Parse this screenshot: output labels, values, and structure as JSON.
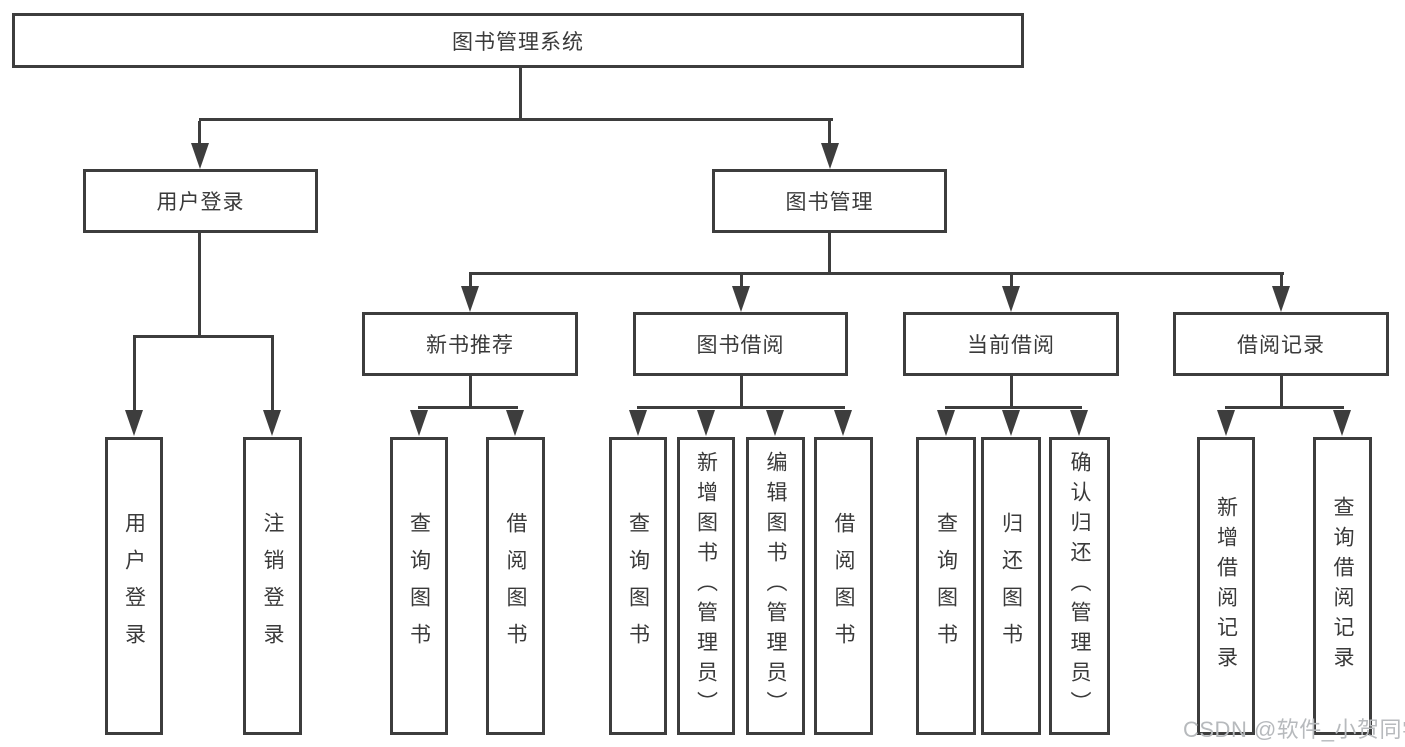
{
  "diagram": {
    "root": {
      "label": "图书管理系统"
    },
    "branches": [
      {
        "label": "用户登录",
        "children": [
          {
            "label": "用户登录"
          },
          {
            "label": "注销登录"
          }
        ]
      },
      {
        "label": "图书管理",
        "children": [
          {
            "label": "新书推荐",
            "children": [
              {
                "label": "查询图书"
              },
              {
                "label": "借阅图书"
              }
            ]
          },
          {
            "label": "图书借阅",
            "children": [
              {
                "label": "查询图书"
              },
              {
                "label": "新增图书（管理员）"
              },
              {
                "label": "编辑图书（管理员）"
              },
              {
                "label": "借阅图书"
              }
            ]
          },
          {
            "label": "当前借阅",
            "children": [
              {
                "label": "查询图书"
              },
              {
                "label": "归还图书"
              },
              {
                "label": "确认归还（管理员）"
              }
            ]
          },
          {
            "label": "借阅记录",
            "children": [
              {
                "label": "新增借阅记录"
              },
              {
                "label": "查询借阅记录"
              }
            ]
          }
        ]
      }
    ]
  },
  "watermark": {
    "text": "CSDN @软件_小贺同学"
  },
  "colors": {
    "line": "#3d3d3d",
    "text": "#3a3a3a",
    "box_fill": "#ffffff",
    "watermark": "#b7babd",
    "background": "#ffffff"
  }
}
